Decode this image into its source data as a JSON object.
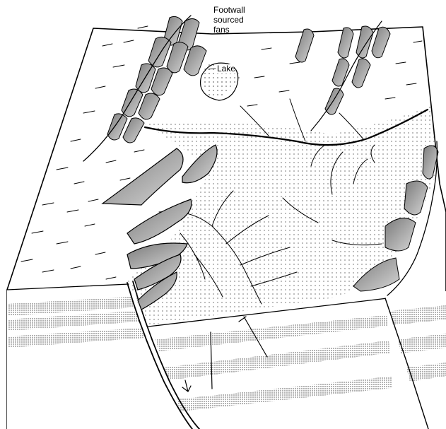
{
  "labels": {
    "footwall_line1": "Footwall",
    "footwall_line2": "sourced",
    "footwall_line3": "fans",
    "lake": "Lake"
  },
  "colors": {
    "ink": "#000000",
    "paper": "#ffffff",
    "shade": "#9a9a9a",
    "stipple": "#555555"
  }
}
